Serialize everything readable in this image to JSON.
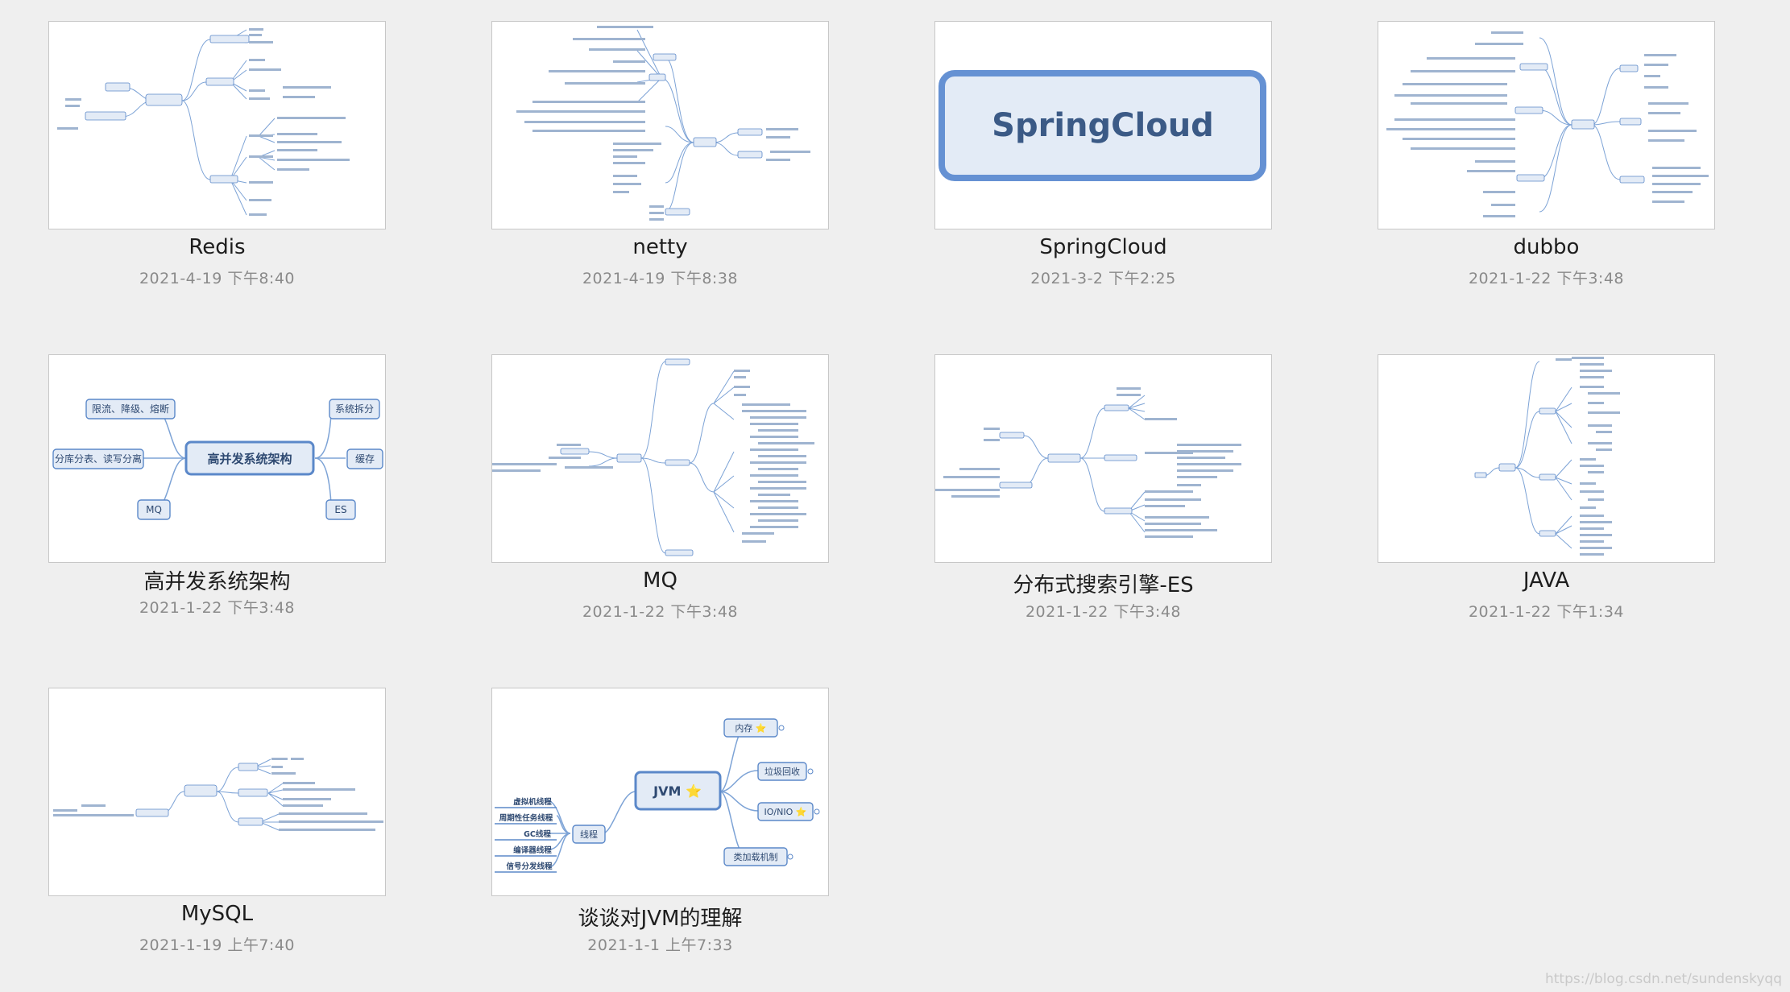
{
  "files": [
    {
      "title": "Redis",
      "date": "2021-4-19 下午8:40"
    },
    {
      "title": "netty",
      "date": "2021-4-19 下午8:38"
    },
    {
      "title": "SpringCloud",
      "date": "2021-3-2 下午2:25"
    },
    {
      "title": "dubbo",
      "date": "2021-1-22 下午3:48"
    },
    {
      "title": "高并发系统架构",
      "date": "2021-1-22 下午3:48"
    },
    {
      "title": "MQ",
      "date": "2021-1-22 下午3:48"
    },
    {
      "title": "分布式搜索引擎-ES",
      "date": "2021-1-22 下午3:48"
    },
    {
      "title": "JAVA",
      "date": "2021-1-22 下午1:34"
    },
    {
      "title": "MySQL",
      "date": "2021-1-19 上午7:40"
    },
    {
      "title": "谈谈对JVM的理解",
      "date": "2021-1-1 上午7:33"
    }
  ],
  "thumbnails": {
    "springcloud": {
      "label": "SpringCloud"
    },
    "gaobingfa": {
      "center": "高并发系统架构",
      "nodes": [
        "限流、降级、熔断",
        "系统拆分",
        "分库分表、读写分离",
        "缓存",
        "MQ",
        "ES"
      ]
    },
    "jvm": {
      "center": "JVM ⭐",
      "right_nodes": [
        "内存 ⭐",
        "垃圾回收",
        "IO/NIO ⭐",
        "类加载机制"
      ],
      "thread_node": "线程",
      "left_nodes": [
        "虚拟机线程",
        "周期性任务线程",
        "GC线程",
        "编译器线程",
        "信号分发线程"
      ]
    }
  },
  "watermark": "https://blog.csdn.net/sundenskyqq",
  "colors": {
    "background": "#efefef",
    "node_fill": "#e3ebf6",
    "node_stroke": "#5b88c9",
    "line": "#7da3d6"
  }
}
